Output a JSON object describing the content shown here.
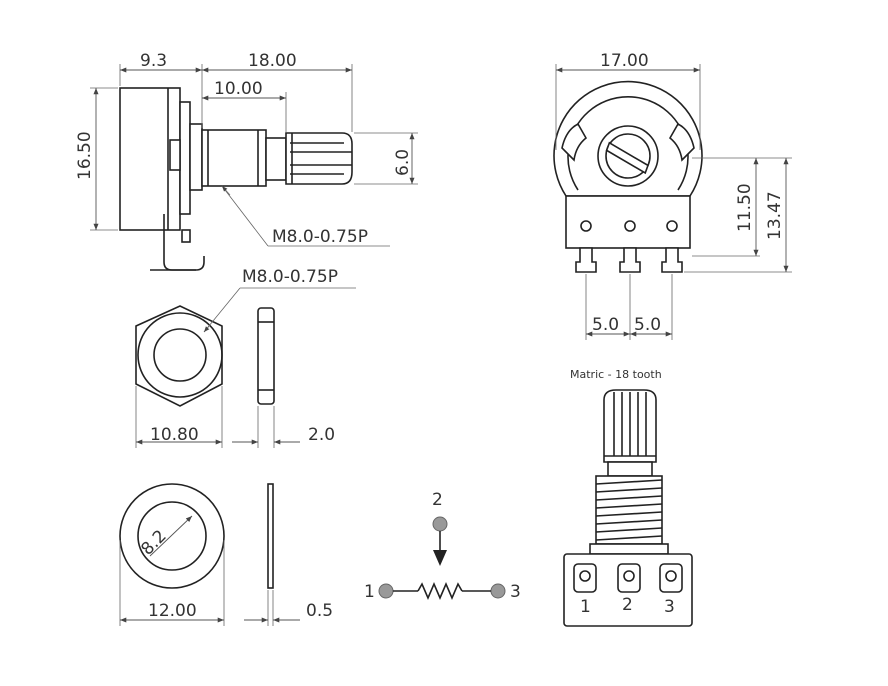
{
  "dimensions": {
    "side_body_depth": "9.3",
    "shaft_length": "18.00",
    "bushing_length": "10.00",
    "height": "16.50",
    "shaft_diameter": "6.0",
    "thread_side": "M8.0-0.75P",
    "thread_nut": "M8.0-0.75P",
    "front_width": "17.00",
    "height_pins": "11.50",
    "height_total": "13.47",
    "pin_pitch_a": "5.0",
    "pin_pitch_b": "5.0",
    "nut_width": "10.80",
    "nut_thickness": "2.0",
    "washer_inner": "8.2",
    "washer_outer": "12.00",
    "washer_thickness": "0.5"
  },
  "shaft_note": "Matric - 18 tooth",
  "schematic": {
    "pin1": "1",
    "pin2": "2",
    "pin3": "3"
  },
  "bottom_pins": {
    "pin1": "1",
    "pin2": "2",
    "pin3": "3"
  }
}
